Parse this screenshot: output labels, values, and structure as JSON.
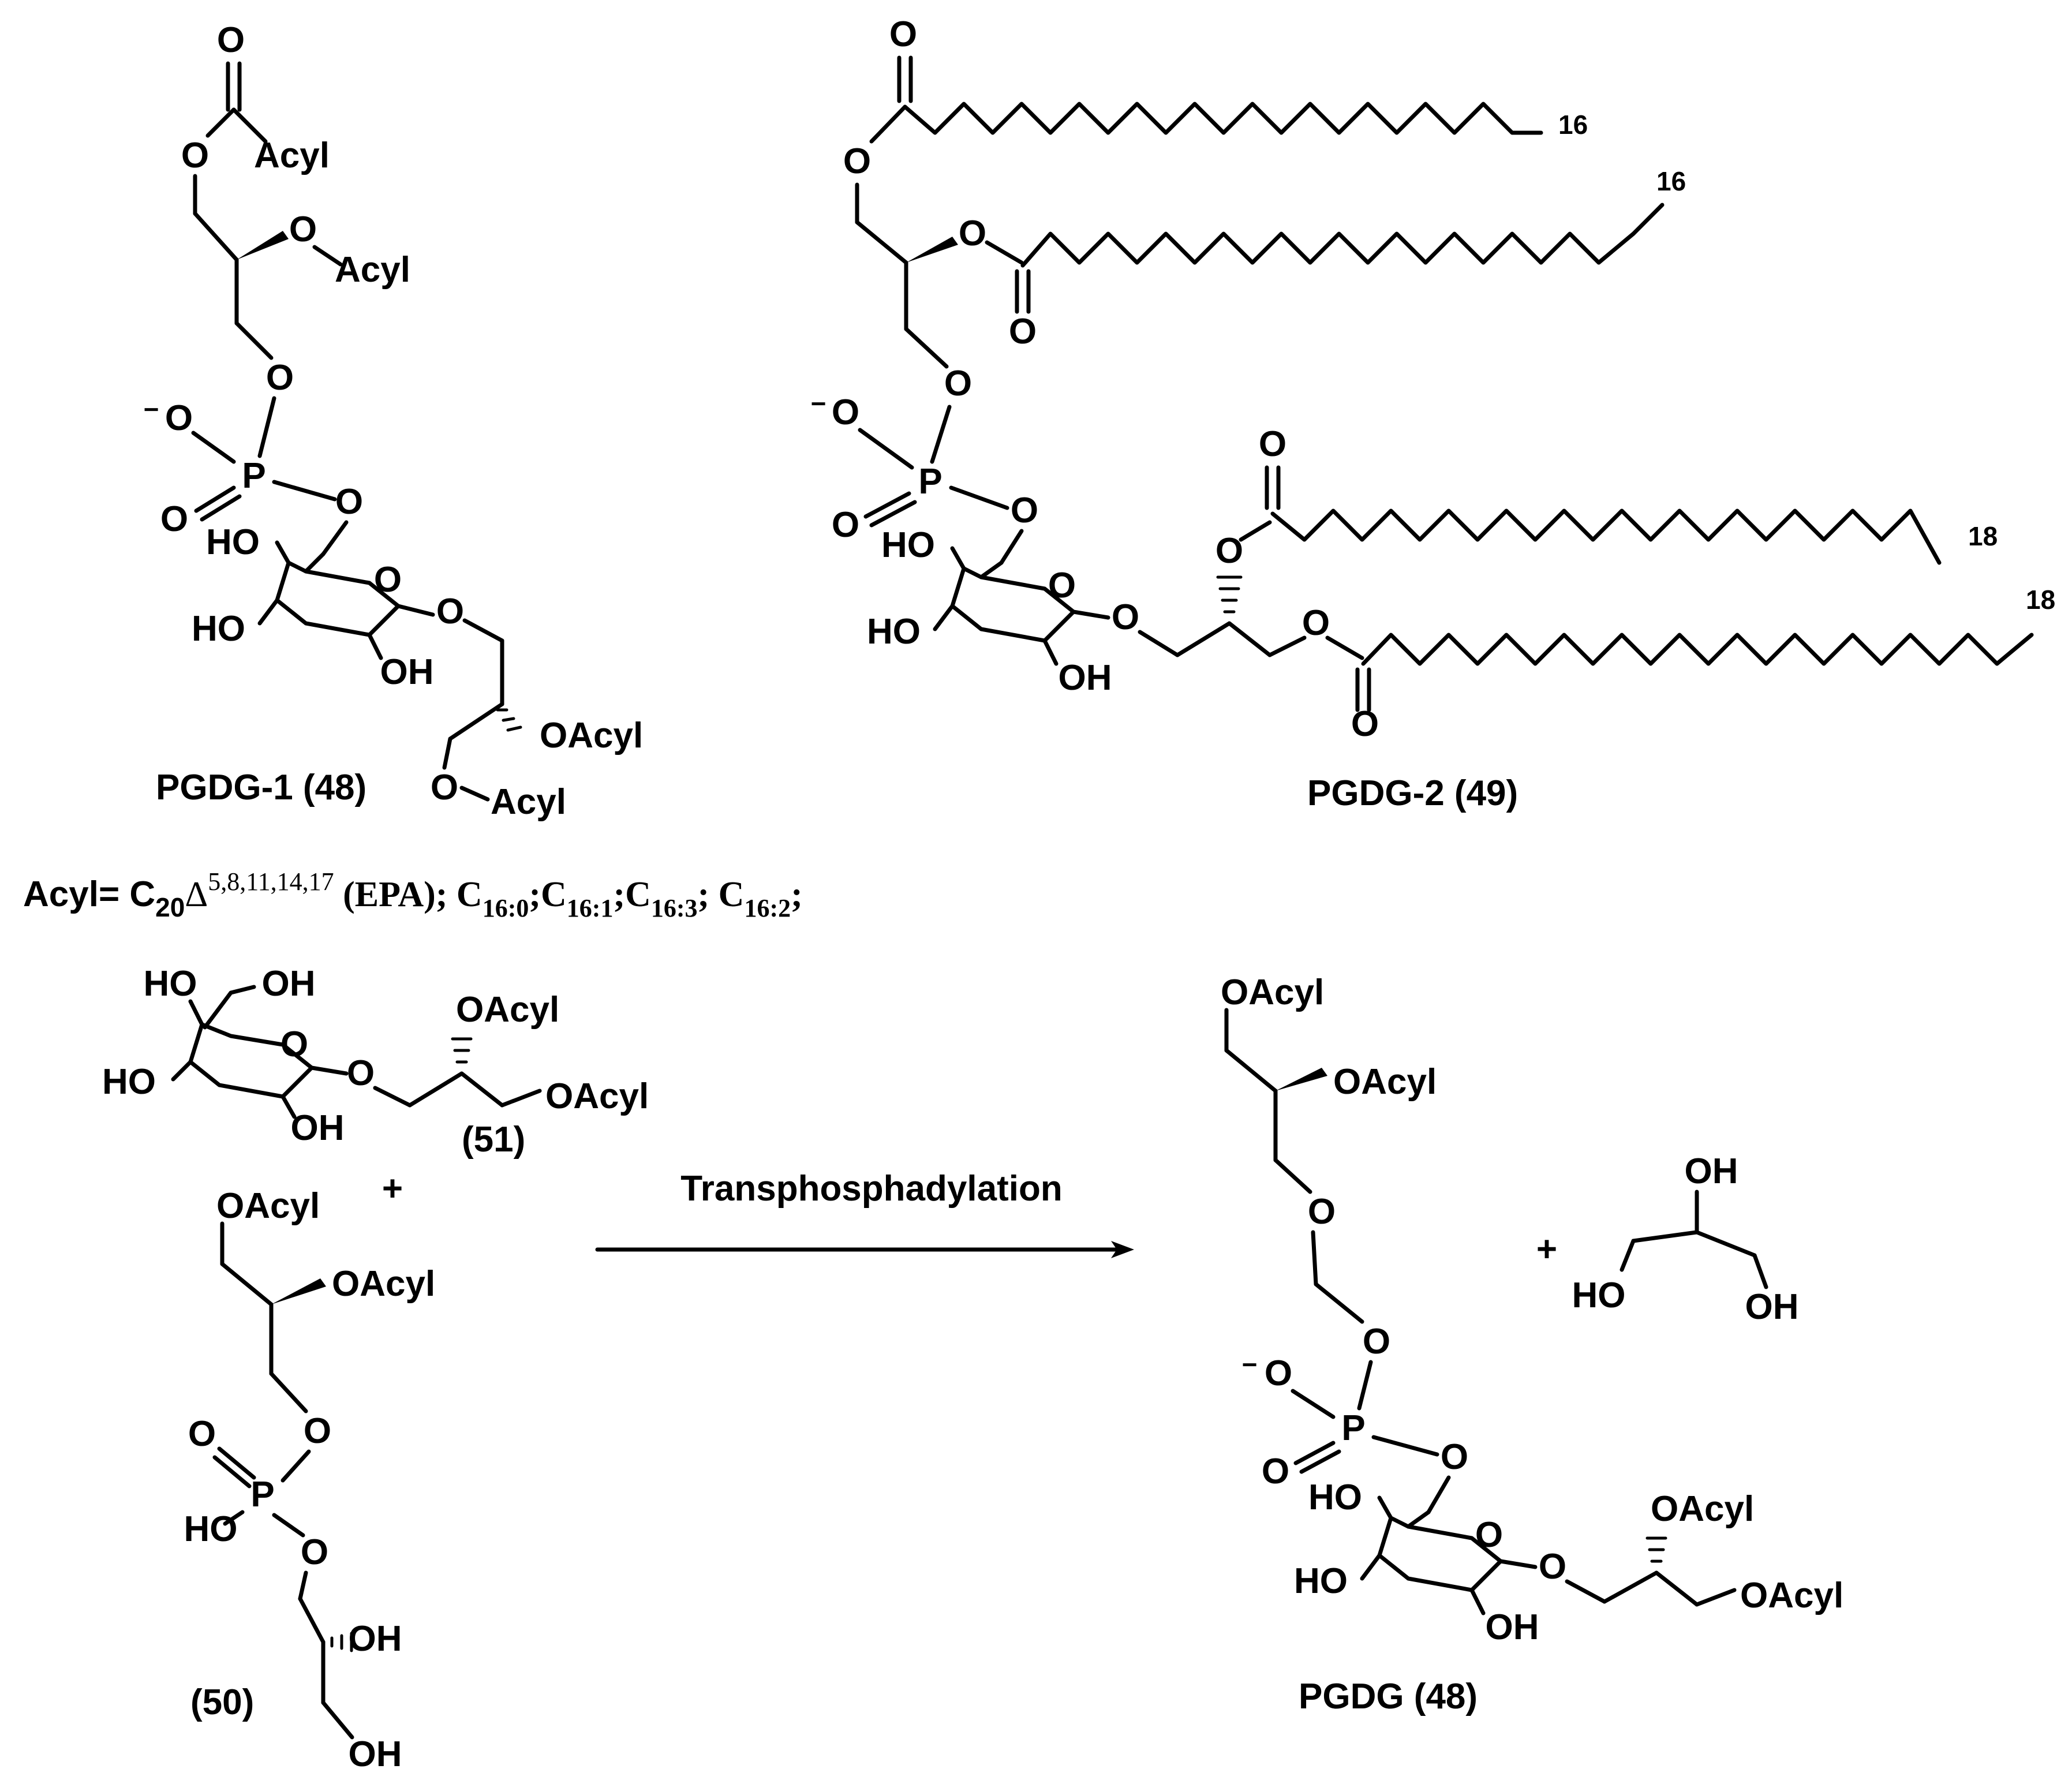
{
  "labels": {
    "o": "O",
    "o_minus": "O",
    "minus": "−",
    "p": "P",
    "ho": "HO",
    "oh": "OH",
    "acyl": "Acyl",
    "oacyl": "OAcyl",
    "plus": "+"
  },
  "chain_numbers": {
    "c16_a": "16",
    "c16_b": "16",
    "c18_a": "18",
    "c18_b": "18"
  },
  "compounds": {
    "pgdg1": "PGDG-1 (48)",
    "pgdg2": "PGDG-2 (49)",
    "c50": "(50)",
    "c51": "(51)",
    "pgdg48": "PGDG (48)"
  },
  "acyl_definition": {
    "prefix": "Acyl= C",
    "c20_sub": "20",
    "delta": "Δ",
    "delta_sup": "5,8,11,14,17",
    "epa": " (EPA);  C",
    "c16_0": "16:0",
    "sep1": ";C",
    "c16_1": "16:1",
    "sep2": ";C",
    "c16_3": "16:3",
    "sep3": "; C",
    "c16_2": "16:2",
    "end": ";"
  },
  "reaction": {
    "arrow_label": "Transphosphadylation"
  }
}
